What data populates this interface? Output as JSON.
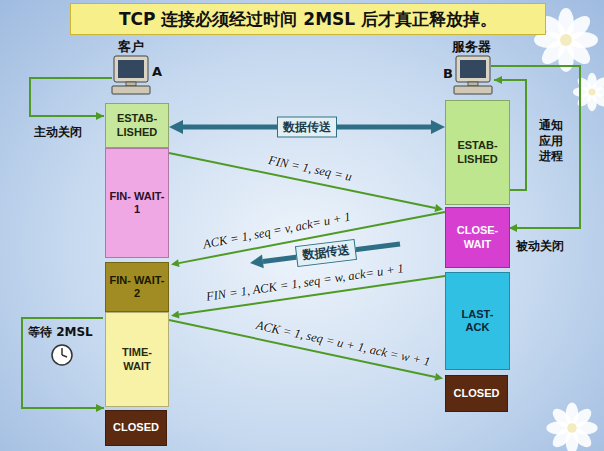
{
  "diagram": {
    "title": "TCP 连接必须经过时间 2MSL 后才真正释放掉。",
    "nodes": [
      {
        "text": [
          "ESTAB- LISHED"
        ]
      },
      {
        "text": [
          "FIN- WAIT-1"
        ]
      },
      {
        "text": [
          "FIN- WAIT-2"
        ]
      },
      {
        "text": [
          "TIME- WAIT"
        ]
      },
      {
        "text": [
          "CLOSED"
        ]
      },
      {
        "text": [
          "ESTAB- LISHED"
        ]
      },
      {
        "text": [
          "CLOSE- WAIT"
        ]
      },
      {
        "text": [
          "LAST- ACK"
        ]
      },
      {
        "text": [
          "CLOSED"
        ]
      }
    ],
    "edges": [
      {
        "from": 0,
        "to": 5,
        "arrow": "both",
        "label": "数据传送"
      },
      {
        "from": 1,
        "to": 6,
        "arrow": "to",
        "label": "FIN = 1, seq = u"
      },
      {
        "from": 6,
        "to": 2,
        "arrow": "to",
        "label": "ACK = 1, seq = v, ack= u + 1"
      },
      {
        "from": 7,
        "to": 3,
        "arrow": "to",
        "label": "FIN = 1, ACK = 1, seq = w, ack= u + 1"
      },
      {
        "from": 3,
        "to": 8,
        "arrow": "to",
        "label": "ACK = 1, seq = u + 1, ack = w + 1"
      }
    ],
    "labels": [
      "客户",
      "A",
      "服务器",
      "B",
      "主动关闭",
      "数据传送",
      "通知 应用 进程",
      "被动关闭",
      "等待 2MSL"
    ]
  }
}
